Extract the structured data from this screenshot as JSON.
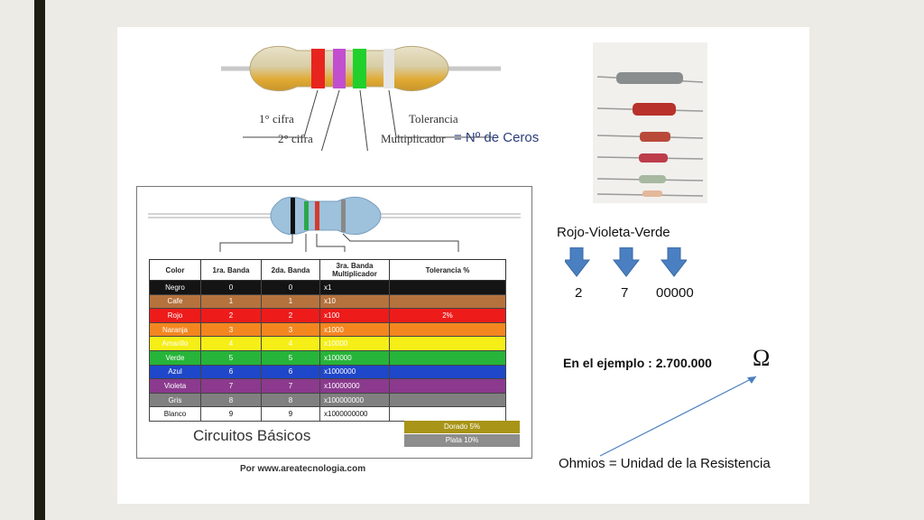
{
  "labels": {
    "cifra1": "1° cifra",
    "cifra2": "2° cifra",
    "tolerancia": "Tolerancia",
    "multiplicador": "Multiplicador",
    "ceros": "= Nº de Ceros"
  },
  "table": {
    "headers": [
      "Color",
      "1ra. Banda",
      "2da. Banda",
      "3ra. Banda Multiplicador",
      "Tolerancia %"
    ],
    "rows": [
      {
        "name": "Negro",
        "b1": "0",
        "b2": "0",
        "mult": "x1",
        "tol": "",
        "color": "#141414"
      },
      {
        "name": "Cafe",
        "b1": "1",
        "b2": "1",
        "mult": "x10",
        "tol": "",
        "color": "#b5723d"
      },
      {
        "name": "Rojo",
        "b1": "2",
        "b2": "2",
        "mult": "x100",
        "tol": "2%",
        "color": "#ee1b1b"
      },
      {
        "name": "Naranja",
        "b1": "3",
        "b2": "3",
        "mult": "x1000",
        "tol": "",
        "color": "#f4861f"
      },
      {
        "name": "Amarillo",
        "b1": "4",
        "b2": "4",
        "mult": "x10000",
        "tol": "",
        "color": "#f6ee17"
      },
      {
        "name": "Verde",
        "b1": "5",
        "b2": "5",
        "mult": "x100000",
        "tol": "",
        "color": "#27b43a"
      },
      {
        "name": "Azul",
        "b1": "6",
        "b2": "6",
        "mult": "x1000000",
        "tol": "",
        "color": "#1f47c9"
      },
      {
        "name": "Violeta",
        "b1": "7",
        "b2": "7",
        "mult": "x10000000",
        "tol": "",
        "color": "#8b3a8e"
      },
      {
        "name": "Gris",
        "b1": "8",
        "b2": "8",
        "mult": "x100000000",
        "tol": "",
        "color": "#808080"
      },
      {
        "name": "Blanco",
        "b1": "9",
        "b2": "9",
        "mult": "x1000000000",
        "tol": "",
        "color": "#ffffff"
      }
    ],
    "dorado": "Dorado  5%",
    "plata": "Plata  10%",
    "dorado_color": "#a89416",
    "plata_color": "#8d8d8d",
    "title": "Circuitos Básicos",
    "source": "Por www.areatecnologia.com"
  },
  "example": {
    "bands": "Rojo-Violeta-Verde",
    "digit1": "2",
    "digit2": "7",
    "zeros": "00000",
    "result": "En el ejemplo : 2.700.000",
    "omega": "Ω",
    "ohmios": "Ohmios = Unidad de la Resistencia",
    "arrow_color": "#4a7fc1"
  }
}
